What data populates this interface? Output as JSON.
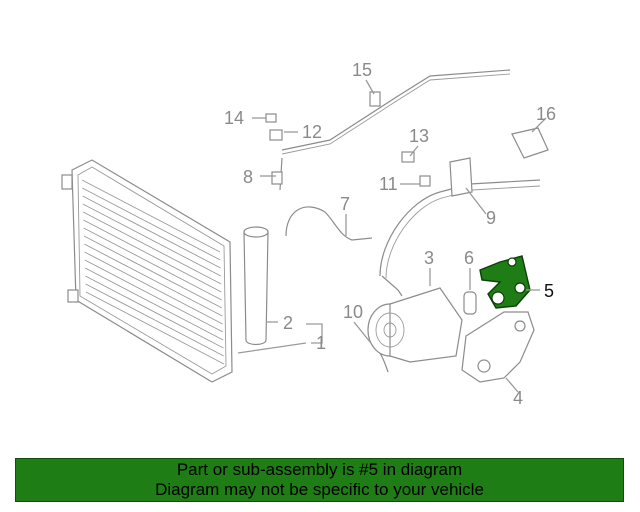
{
  "diagram": {
    "callouts": [
      "1",
      "2",
      "3",
      "4",
      "5",
      "6",
      "7",
      "8",
      "9",
      "10",
      "11",
      "12",
      "13",
      "14",
      "15",
      "16"
    ],
    "highlighted_part": "5",
    "highlight_color": "#1e7d14"
  },
  "banner": {
    "line1": "Part or sub-assembly is #5 in diagram",
    "line2": "Diagram may not be specific to your vehicle",
    "background": "#1e7d14"
  }
}
